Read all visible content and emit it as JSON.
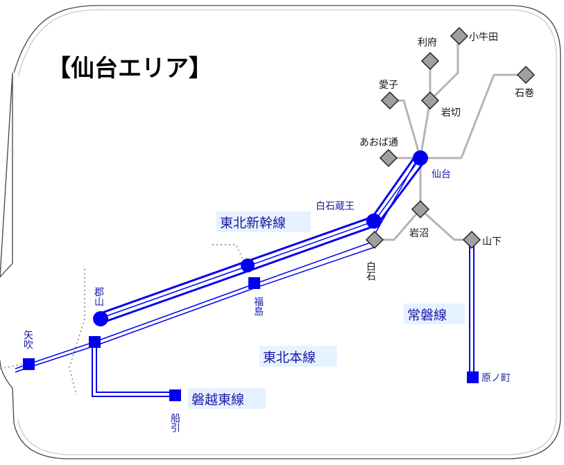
{
  "title": "【仙台エリア】",
  "line_names": {
    "shinkansen": "東北新幹線",
    "tohoku_main": "東北本線",
    "joban": "常磐線",
    "banetsu_east": "磐越東線"
  },
  "stations": {
    "sendai": "仙台",
    "shiroishi_zao": "白石蔵王",
    "fukushima": "福島",
    "koriyama": "郡山",
    "yabuki": "矢吹",
    "funehiki": "船引",
    "shiroishi": "白石",
    "iwanuma": "岩沼",
    "yamashita": "山下",
    "haranomachi": "原ノ町",
    "aobadori": "あおば通",
    "aiko": "愛子",
    "iwakiri": "岩切",
    "rifu": "利府",
    "koushida": "小牛田",
    "ishinomaki": "石巻"
  },
  "colors": {
    "blue_line": "#0000ee",
    "gray_line": "#b4b4b4",
    "diamond_fill": "#a0a0a0",
    "label_blue": "#1a1aa6",
    "line_name_bg": "#e6f2ff"
  },
  "icons": {
    "shinkansen_station": "blue-circle",
    "conventional_station": "blue-square",
    "other_station": "gray-diamond"
  }
}
